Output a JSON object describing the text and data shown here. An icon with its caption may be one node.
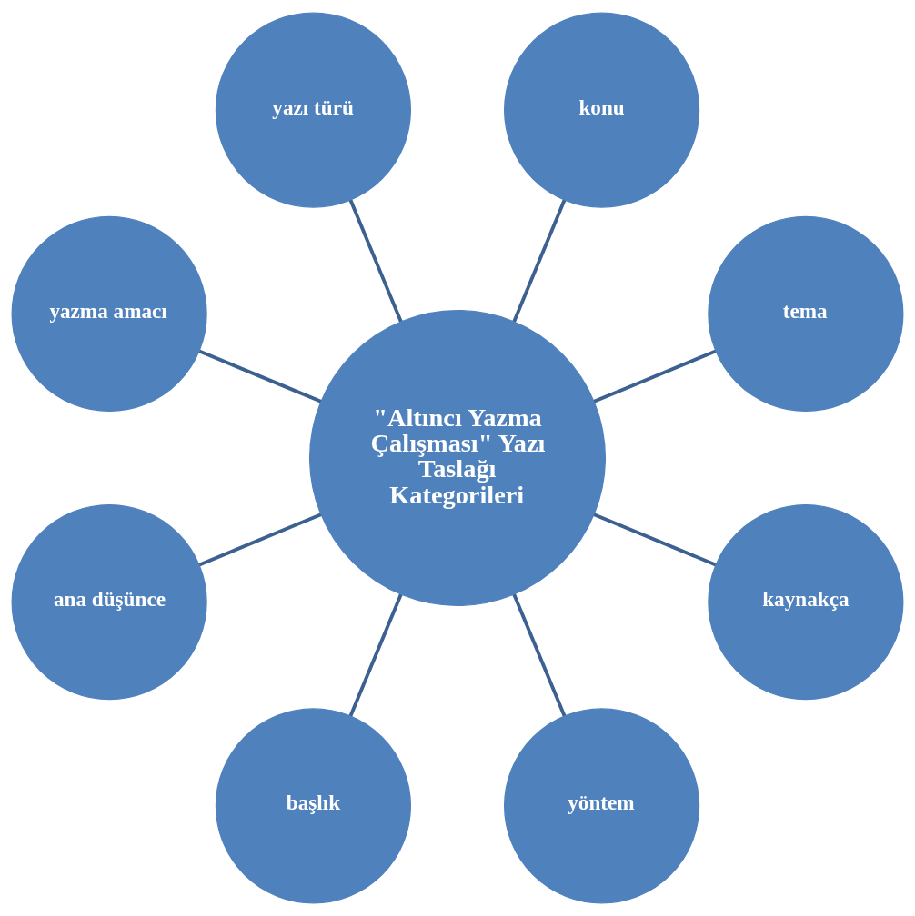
{
  "diagram": {
    "nodes": [
      {
        "text": [
          "\"Altıncı Yazma Çalışması\" Yazı Taslağı Kategorileri"
        ]
      },
      {
        "text": [
          "tema"
        ]
      },
      {
        "text": [
          "konu"
        ]
      },
      {
        "text": [
          "yazı türü"
        ]
      },
      {
        "text": [
          "yazma amacı"
        ]
      },
      {
        "text": [
          "ana düşünce"
        ]
      },
      {
        "text": [
          "başlık"
        ]
      },
      {
        "text": [
          "yöntem"
        ]
      },
      {
        "text": [
          "kaynakça"
        ]
      }
    ],
    "edges": [
      {
        "from": 0,
        "to": 1,
        "arrow": "none"
      },
      {
        "from": 0,
        "to": 2,
        "arrow": "none"
      },
      {
        "from": 0,
        "to": 3,
        "arrow": "none"
      },
      {
        "from": 0,
        "to": 4,
        "arrow": "none"
      },
      {
        "from": 0,
        "to": 5,
        "arrow": "none"
      },
      {
        "from": 0,
        "to": 6,
        "arrow": "none"
      },
      {
        "from": 0,
        "to": 7,
        "arrow": "none"
      },
      {
        "from": 0,
        "to": 8,
        "arrow": "none"
      }
    ]
  }
}
